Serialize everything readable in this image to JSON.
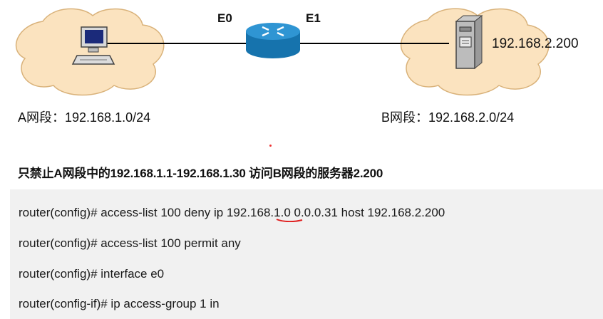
{
  "network": {
    "left_interface": "E0",
    "right_interface": "E1",
    "server_ip": "192.168.2.200",
    "segment_a": "A网段：192.168.1.0/24",
    "segment_b": "B网段：192.168.2.0/24",
    "icons": [
      "pc-icon",
      "router-icon",
      "server-icon",
      "cloud-icon"
    ],
    "colors": {
      "cloud_fill": "#fbe3bf",
      "cloud_stroke": "#d9b27a",
      "router": "#1f86c4",
      "link": "#000000"
    }
  },
  "headline": "只禁止A网段中的192.168.1.1-192.168.1.30  访问B网段的服务器2.200",
  "code": {
    "lines": [
      "router(config)# access-list 100 deny ip 192.168.1.0  0.0.0.31 host 192.168.2.200",
      "router(config)# access-list  100 permit any",
      "router(config)# interface e0",
      "router(config-if)# ip access-group  1 in"
    ],
    "background": "#f1f1f1"
  },
  "annotation": {
    "underline_color": "#e02020"
  }
}
